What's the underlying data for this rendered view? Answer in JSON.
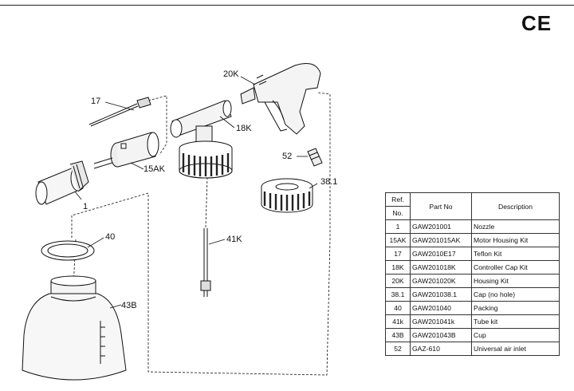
{
  "mark": "CE",
  "callouts": {
    "c17": "17",
    "c20k": "20K",
    "c18k": "18K",
    "c15ak": "15AK",
    "c52": "52",
    "c38": "38.1",
    "c1": "1",
    "c41k": "41K",
    "c40": "40",
    "c43b": "43B"
  },
  "table": {
    "headers": {
      "ref_top": "Ref.",
      "ref_bottom": "No.",
      "part": "Part No",
      "desc": "Description"
    },
    "rows": [
      {
        "ref": "1",
        "part": "GAW201001",
        "desc": "Nozzle"
      },
      {
        "ref": "15AK",
        "part": "GAW201015AK",
        "desc": "Motor Housing Kit"
      },
      {
        "ref": "17",
        "part": "GAW2010E17",
        "desc": "Teflon Kit"
      },
      {
        "ref": "18K",
        "part": "GAW201018K",
        "desc": "Controller Cap Kit"
      },
      {
        "ref": "20K",
        "part": "GAW201020K",
        "desc": "Housing Kit"
      },
      {
        "ref": "38.1",
        "part": "GAW201038.1",
        "desc": "Cap  (no hole)"
      },
      {
        "ref": "40",
        "part": "GAW201040",
        "desc": "Packing"
      },
      {
        "ref": "41k",
        "part": "GAW201041k",
        "desc": "Tube kit"
      },
      {
        "ref": "43B",
        "part": "GAW201043B",
        "desc": "Cup"
      },
      {
        "ref": "52",
        "part": "GAZ-610",
        "desc": "Universal  air inlet"
      }
    ]
  }
}
